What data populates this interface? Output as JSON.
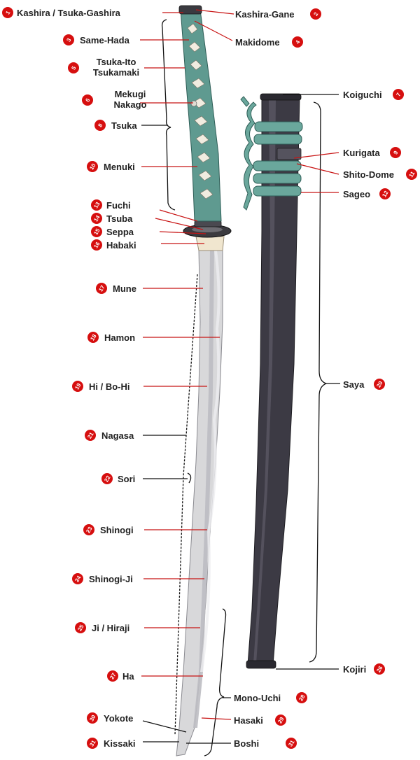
{
  "diagram": {
    "colors": {
      "badge": "#d60f0f",
      "leader_red": "#c81414",
      "leader_black": "#111111",
      "wrap": "#5f9a90",
      "scabbard": "#3c3a44",
      "blade": "#d8d8da"
    },
    "parts": [
      {
        "number": "1",
        "label": "Kashira / Tsuka-Gashira"
      },
      {
        "number": "2",
        "label": "Kashira-Gane"
      },
      {
        "number": "3",
        "label": "Same-Hada"
      },
      {
        "number": "4",
        "label": "Makidome"
      },
      {
        "number": "5",
        "label": "Tsuka-Ito Tsukamaki"
      },
      {
        "number": "6",
        "label": "Mekugi Nakago"
      },
      {
        "number": "7",
        "label": "Koiguchi"
      },
      {
        "number": "8",
        "label": "Tsuka"
      },
      {
        "number": "9",
        "label": "Kurigata"
      },
      {
        "number": "10",
        "label": "Menuki"
      },
      {
        "number": "11",
        "label": "Shito-Dome"
      },
      {
        "number": "12",
        "label": "Sageo"
      },
      {
        "number": "13",
        "label": "Fuchi"
      },
      {
        "number": "14",
        "label": "Tsuba"
      },
      {
        "number": "15",
        "label": "Seppa"
      },
      {
        "number": "16",
        "label": "Habaki"
      },
      {
        "number": "17",
        "label": "Mune"
      },
      {
        "number": "18",
        "label": "Hamon"
      },
      {
        "number": "19",
        "label": "Hi / Bo-Hi"
      },
      {
        "number": "20",
        "label": "Saya"
      },
      {
        "number": "21",
        "label": "Nagasa"
      },
      {
        "number": "22",
        "label": "Sori"
      },
      {
        "number": "23",
        "label": "Shinogi"
      },
      {
        "number": "24",
        "label": "Shinogi-Ji"
      },
      {
        "number": "25",
        "label": "Ji / Hiraji"
      },
      {
        "number": "26",
        "label": "Kojiri"
      },
      {
        "number": "27",
        "label": "Ha"
      },
      {
        "number": "28",
        "label": "Mono-Uchi"
      },
      {
        "number": "29",
        "label": "Hasaki"
      },
      {
        "number": "30",
        "label": "Yokote"
      },
      {
        "number": "31",
        "label": "Kissaki"
      },
      {
        "number": "31",
        "label": "Boshi"
      }
    ]
  }
}
